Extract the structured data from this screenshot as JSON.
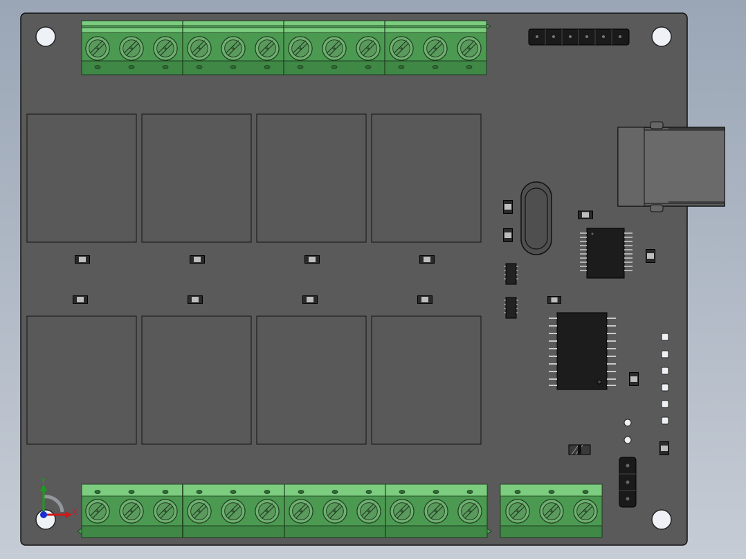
{
  "viewport": {
    "title": ""
  },
  "triad": {
    "x_label": "X",
    "y_label": "Y"
  },
  "colors": {
    "background_top": "#9aa6b6",
    "background_bottom": "#c6ccd5",
    "board": "#5a5a5a",
    "terminal_green": "#4c9a52",
    "terminal_light": "#7ccd7f",
    "chip": "#1c1c1c",
    "axis_x": "#d01818",
    "axis_y": "#18a018",
    "axis_z": "#1a2fd0"
  },
  "components": {
    "relay_count": 8,
    "top_terminal_blocks": 4,
    "bottom_terminal_blocks": 5,
    "screws_per_block": 3,
    "header_pins": 6
  }
}
